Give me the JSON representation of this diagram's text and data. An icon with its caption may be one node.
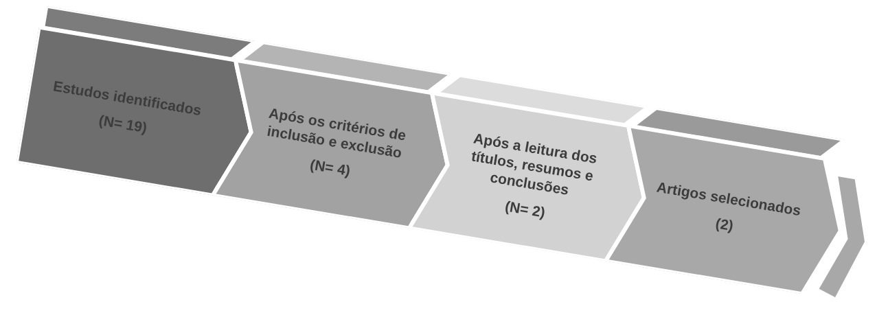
{
  "diagram": {
    "nodes": [
      {
        "text": [
          "Estudos identificados",
          "(N= 19)"
        ]
      },
      {
        "text": [
          "Após os critérios de inclusão e exclusão",
          "(N= 4)"
        ]
      },
      {
        "text": [
          "Após a leitura dos títulos, resumos e conclusões",
          "(N= 2)"
        ]
      },
      {
        "text": [
          "Artigos selecionados",
          "(2)"
        ]
      }
    ]
  }
}
